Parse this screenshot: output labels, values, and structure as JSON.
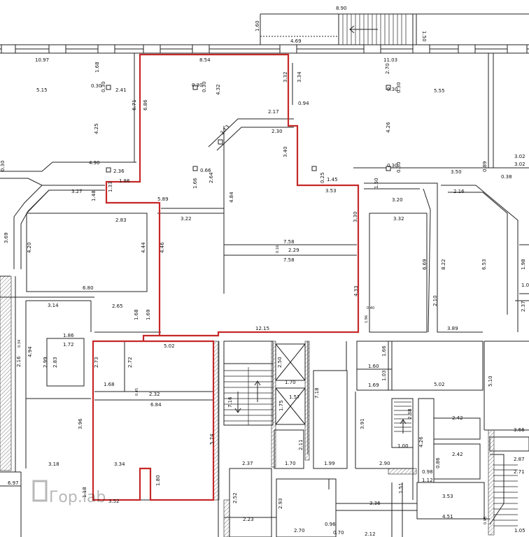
{
  "watermark": "Гор.lab",
  "highlight_color": "#c62828",
  "dimensions": {
    "d8_90": "8.90",
    "d1_60": "1.60",
    "d1_50": "1.50",
    "d4_69": "4.69",
    "d10_97": "10.97",
    "d8_54": "8.54",
    "d11_03": "11.03",
    "d1_68": "1.68",
    "d5_15": "5.15",
    "d0_30a": "0.30",
    "d0_30b": "0.30",
    "d2_41": "2.41",
    "d0_30c": "0.30",
    "d0_30d": "0.30",
    "d4_32": "4.32",
    "d3_32": "3.32",
    "d3_34": "3.34",
    "d2_70": "2.70",
    "d5_55": "5.55",
    "d0_30e": "0.30",
    "d0_30f": "0.30",
    "d6_71": "6.71",
    "d6_86": "6.86",
    "d0_94": "0.94",
    "d2_17": "2.17",
    "d4_25": "4.25",
    "d3_13": "3.13",
    "d2_30": "2.30",
    "d4_26": "4.26",
    "d4_90": "4.90",
    "d2_36": "2.36",
    "d0_66": "0.66",
    "d3_40": "3.40",
    "d0_30g": "0.30",
    "d0_30h": "0.30",
    "d3_02a": "3.02",
    "d3_02b": "3.02",
    "d0_30i": "0.30",
    "d1_86a": "1.86",
    "d1_33": "1.33",
    "d1_66": "1.66",
    "d2_64": "2.64",
    "d0_25": "0.25",
    "d1_45": "1.45",
    "d3_53": "3.53",
    "d3_50": "3.50",
    "d0_89": "0.89",
    "d0_38": "0.38",
    "d3_27": "3.27",
    "d1_48": "1.48",
    "d5_89": "5.89",
    "d4_84": "4.84",
    "d1_50b": "1.50",
    "d3_20": "3.20",
    "d2_16": "2.16",
    "d3_69": "3.69",
    "d2_83": "2.83",
    "d3_22": "3.22",
    "d3_30": "3.30",
    "d3_32b": "3.32",
    "d4_20": "4.20",
    "d4_44": "4.44",
    "d4_46": "4.46",
    "d7_58a": "7.58",
    "d0_16": "0.16",
    "d2_29": "2.29",
    "d6_69": "6.69",
    "d8_22": "8.22",
    "d6_53": "6.53",
    "d7_58b": "7.58",
    "d1_98": "1.98",
    "d6_80": "6.80",
    "d1_0": "1.0",
    "d2_10": "2.10",
    "d2_37": "2.37",
    "d3_14": "3.14",
    "d2_65": "2.65",
    "d4_33": "4.33",
    "d0_40": "0.40",
    "d1_96": "1.96",
    "d1_68a": "1.68",
    "d1_69": "1.69",
    "d12_15": "12.15",
    "d3_89": "3.89",
    "d1_86b": "1.86",
    "d1_72": "1.72",
    "d4_94": "4.94",
    "d0_34": "0.34",
    "d5_02a": "5.02",
    "d2_16b": "2.16",
    "d2_99": "2.99",
    "d2_83b": "2.83",
    "d2_73": "2.73",
    "d2_72": "2.72",
    "d2_50": "2.50",
    "d1_66b": "1.66",
    "d1_60b": "1.60",
    "d1_03": "1.03",
    "d5_02b": "5.02",
    "d1_70a": "1.70",
    "d1_69b": "1.69",
    "d5_10": "5.10",
    "d1_68b": "1.68",
    "d0_45": "0.45",
    "d2_32": "2.32",
    "d7_16": "7.16",
    "d1_75": "1.75",
    "d1_57": "1.57",
    "d7_18": "7.18",
    "d6_84": "6.84",
    "d3_96": "3.96",
    "d3_91": "3.91",
    "d2_38": "2.38",
    "d2_42a": "2.42",
    "d4_26b": "4.26",
    "d3_66": "3.66",
    "d1_00": "1.00",
    "d5_74": "5.74",
    "d2_11": "2.11",
    "d2_42b": "2.42",
    "d3_18": "3.18",
    "d3_34b": "3.34",
    "d2_37b": "2.37",
    "d1_70b": "1.70",
    "d1_99": "1.99",
    "d2_90": "2.90",
    "d0_98": "0.98",
    "d0_86": "0.86",
    "d2_87": "2.87",
    "d6_97": "6.97",
    "d1_12": "1.12",
    "d2_71": "2.71",
    "d1_18": "1.18",
    "d3_52": "3.52",
    "d1_80": "1.80",
    "d2_52": "2.52",
    "d1_51": "1.51",
    "d3_36": "3.36",
    "d3_53b": "3.53",
    "d2_93": "2.93",
    "d4_51": "4.51",
    "d2_23": "2.23",
    "d0_96": "0.96",
    "d0_95": "0.95",
    "d2_70b": "2.70",
    "d0_70": "0.70",
    "d2_12": "2.12",
    "d1_05": "1.05"
  }
}
